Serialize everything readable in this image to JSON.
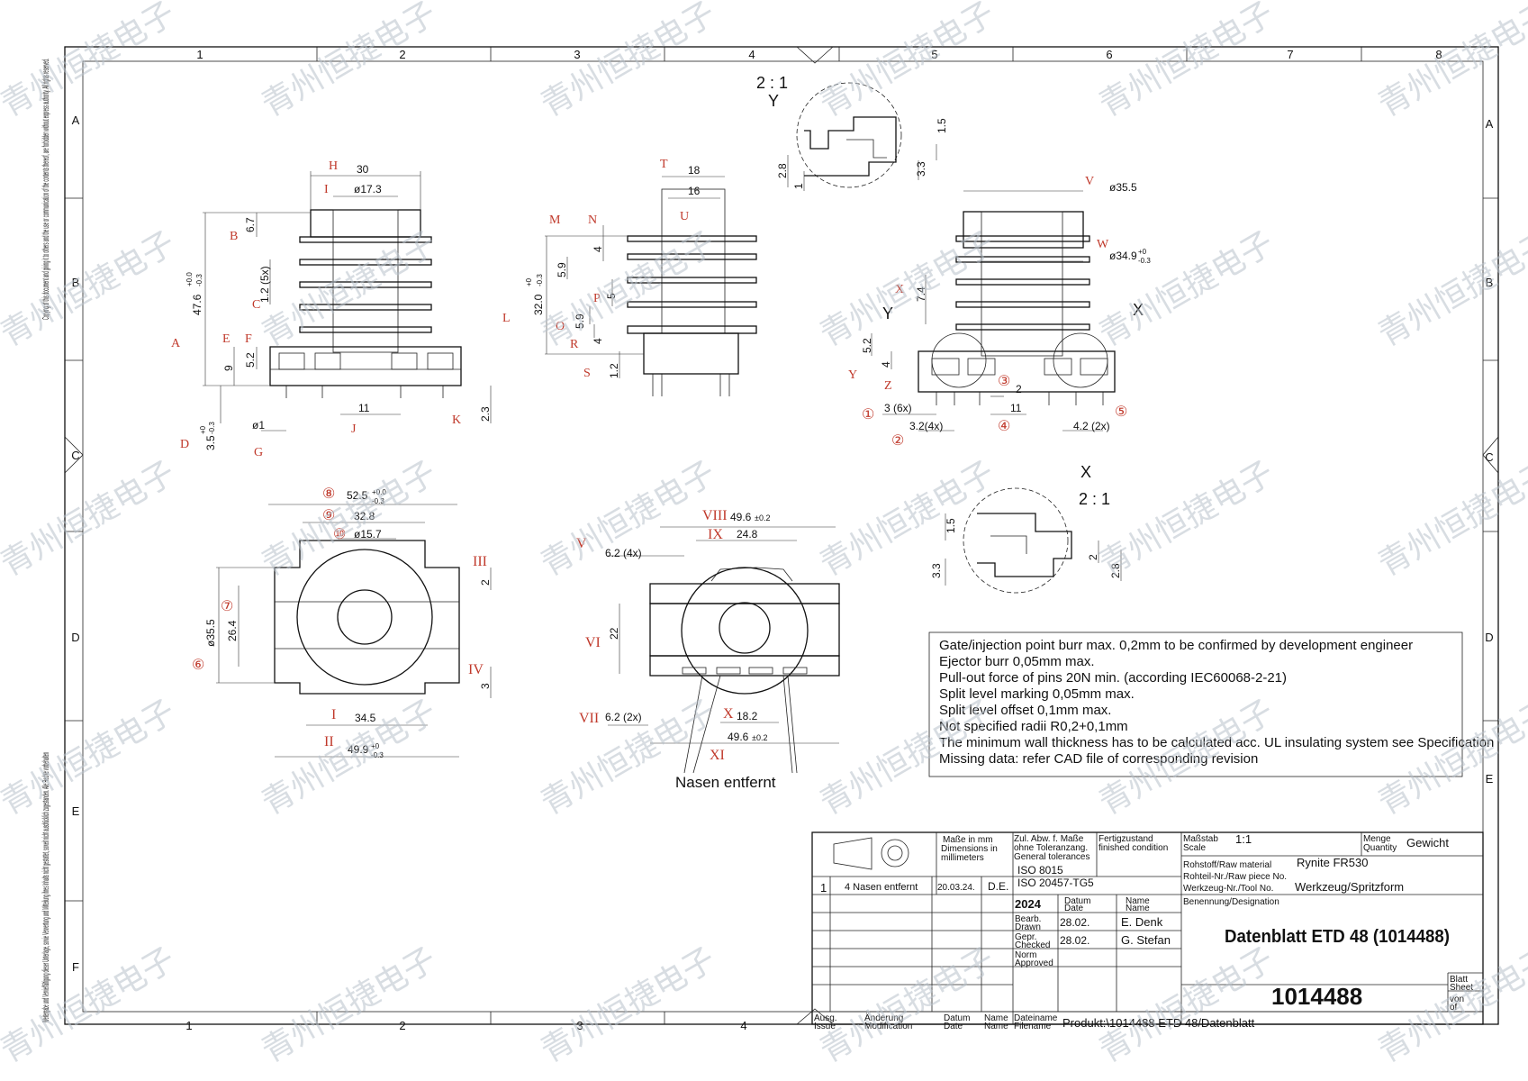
{
  "frame": {
    "columns_top": [
      "1",
      "2",
      "3",
      "4",
      "5",
      "6",
      "7",
      "8"
    ],
    "columns_bottom": [
      "1",
      "2",
      "3",
      "4"
    ],
    "rows_left": [
      "A",
      "B",
      "C",
      "D",
      "E",
      "F"
    ],
    "rows_right": [
      "A",
      "B",
      "C",
      "D",
      "E"
    ],
    "copyright_top": "Copying of this document and giving it to others and the use or communication of the contents thereof, are forbidden without express authority. All rights reserved.",
    "copyright_bottom": "Weitergabe und Vervielfältigung dieser Unterlage, sowie Verwertung und Mitteilung ihres Inhalts nicht gestattet, soweit nicht ausdrücklich zugestanden. Alle Rechte vorbehalten"
  },
  "watermark": "青州恒捷电子",
  "views": {
    "front": {
      "letters": [
        "A",
        "B",
        "C",
        "D",
        "E",
        "F",
        "G",
        "H",
        "I",
        "J",
        "K"
      ],
      "dims": [
        "30",
        "ø17.3",
        "6.7",
        "1.2 (5x)",
        "47.6",
        "+0.0",
        "-0.3",
        "9",
        "5.2",
        "11",
        "ø1",
        "3.5",
        "+0",
        "-0.3",
        "2.3"
      ]
    },
    "side": {
      "letters": [
        "L",
        "M",
        "N",
        "O",
        "P",
        "R",
        "S",
        "T",
        "U"
      ],
      "dims": [
        "18",
        "16",
        "4",
        "5.9",
        "32.0",
        "+0",
        "-0.3",
        "5",
        "5.9",
        "4",
        "1.2"
      ]
    },
    "right": {
      "letters": [
        "V",
        "W",
        "X",
        "Y",
        "Z"
      ],
      "dims": [
        "ø35.5",
        "ø34.9",
        "+0",
        "-0.3",
        "7.4",
        "5.2",
        "4",
        "3 (6x)",
        "3.2(4x)",
        "2",
        "11",
        "4.2 (2x)"
      ],
      "circled": [
        "①",
        "②",
        "③",
        "④",
        "⑤"
      ],
      "detail_marks": [
        "Y",
        "X"
      ]
    },
    "detail_y": {
      "scale": "2 : 1",
      "mark": "Y",
      "dims": [
        "1.5",
        "2.8",
        "1",
        "3.3"
      ]
    },
    "detail_x": {
      "scale": "2 : 1",
      "mark": "X",
      "dims": [
        "1.5",
        "3.3",
        "2",
        "2.8"
      ]
    },
    "top": {
      "circled": [
        "⑥",
        "⑦",
        "⑧",
        "⑨",
        "⑩"
      ],
      "roman": [
        "I",
        "II",
        "III",
        "IV"
      ],
      "dims": [
        "52.5",
        "+0.0",
        "-0.3",
        "32.8",
        "ø15.7",
        "ø35.5",
        "26.4",
        "2",
        "3",
        "34.5",
        "49.9",
        "+0",
        "-0.3"
      ]
    },
    "bottom": {
      "roman": [
        "V",
        "VI",
        "VII",
        "VIII",
        "IX",
        "X",
        "XI"
      ],
      "dims": [
        "49.6",
        "±0.2",
        "24.8",
        "6.2 (4x)",
        "22",
        "6.2 (2x)",
        "18.2",
        "49.6",
        "±0.2"
      ],
      "label": "Nasen entfernt"
    }
  },
  "notes": [
    "Gate/injection point burr max. 0,2mm to be confirmed by development engineer",
    "Ejector burr 0,05mm max.",
    "Pull-out force of pins 20N min. (according IEC60068-2-21)",
    "Split level marking 0,05mm max.",
    "Split level offset 0,1mm max.",
    "Not specified radii R0,2+0,1mm",
    "The minimum wall thickness has to be calculated acc. UL insulating system see Specification",
    "Missing data: refer CAD file of corresponding revision"
  ],
  "title_block": {
    "units_de": "Maße in mm",
    "units_en1": "Dimensions in",
    "units_en2": "millimeters",
    "tol_de1": "Zul. Abw. f. Maße",
    "tol_de2": "ohne Toleranzang.",
    "tol_en": "General tolerances",
    "iso1": "ISO 8015",
    "iso2": "ISO 20457-TG5",
    "finish_de": "Fertigzustand",
    "finish_en": "finished condition",
    "scale_de": "Maßstab",
    "scale_en": "Scale",
    "scale_val": "1:1",
    "qty_de": "Menge",
    "qty_en": "Quantity",
    "weight_label": "Gewicht",
    "raw_mat_label": "Rohstoff/Raw material",
    "raw_mat_val": "Rynite FR530",
    "raw_piece_label": "Rohteil-Nr./Raw piece No.",
    "tool_label": "Werkzeug-Nr./Tool No.",
    "tool_val": "Werkzeug/Spritzform",
    "rev_num": "1",
    "rev_text": "4 Nasen entfernt",
    "rev_date": "20.03.24.",
    "rev_name": "D.E.",
    "year": "2024",
    "datum_de": "Datum",
    "datum_en": "Date",
    "name_de": "Name",
    "name_en": "Name",
    "drawn_de": "Bearb.",
    "drawn_en": "Drawn",
    "drawn_date": "28.02.",
    "drawn_name": "E. Denk",
    "checked_de": "Gepr.",
    "checked_en": "Checked",
    "checked_date": "28.02.",
    "checked_name": "G. Stefan",
    "approved_de": "Norm",
    "approved_en": "Approved",
    "designation_label": "Benennung/Designation",
    "title": "Datenblatt ETD 48 (1014488)",
    "number": "1014488",
    "sheet_de": "Blatt",
    "sheet_en": "Sheet",
    "of_de": "von",
    "of_en": "of",
    "issue_de": "Ausg.",
    "issue_en": "Issue",
    "mod_de": "Änderung",
    "mod_en": "Modification",
    "date_de": "Datum",
    "date_en": "Date",
    "nm_de": "Name",
    "nm_en": "Name",
    "file_de": "Dateiname",
    "file_en": "Filename",
    "filename": "Produkt:\\1014488 ETD 48/Datenblatt"
  }
}
